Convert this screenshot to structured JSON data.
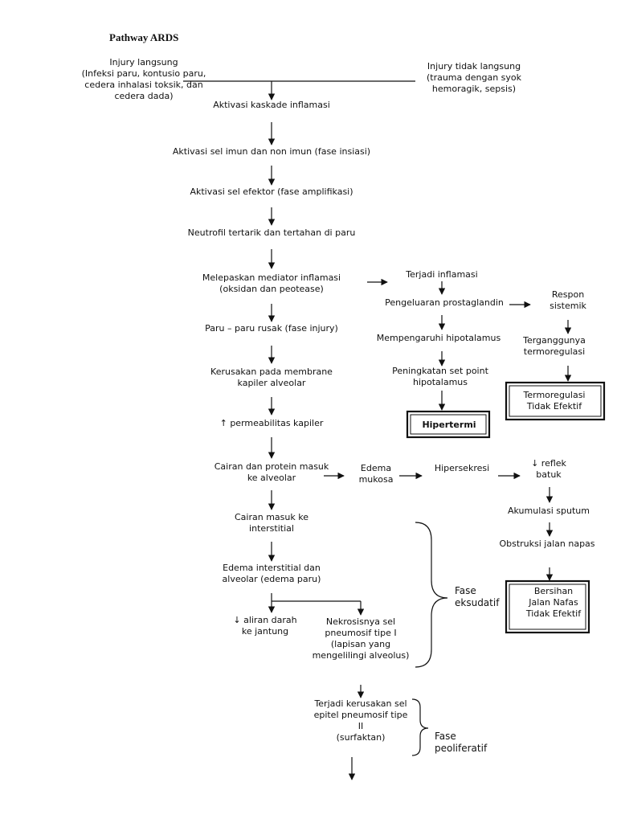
{
  "title": "Pathway ARDS",
  "nodes": {
    "injury_direct": [
      "Injury langsung",
      "(Infeksi paru, kontusio paru,",
      "cedera inhalasi toksik, dan",
      "cedera dada)"
    ],
    "injury_indirect": [
      "Injury tidak langsung",
      "(trauma dengan syok",
      "hemoragik, sepsis)"
    ],
    "cascade": [
      "Aktivasi kaskade inflamasi"
    ],
    "immune": [
      "Aktivasi sel imun dan non imun (fase insiasi)"
    ],
    "effector": [
      "Aktivasi sel efektor (fase amplifikasi)"
    ],
    "neutrophil": [
      "Neutrofil tertarik dan tertahan di paru"
    ],
    "mediator": [
      "Melepaskan mediator inflamasi",
      "(oksidan dan peotease)"
    ],
    "lung_damage": [
      "Paru – paru rusak (fase injury)"
    ],
    "membrane": [
      "Kerusakan pada membrane",
      "kapiler alveolar"
    ],
    "permeability": [
      "↑ permeabilitas kapiler"
    ],
    "fluid_protein": [
      "Cairan dan protein masuk",
      "ke alveolar"
    ],
    "fluid_interstitial": [
      "Cairan masuk ke",
      "interstitial"
    ],
    "edema_paru": [
      "Edema interstitial dan",
      "alveolar (edema paru)"
    ],
    "blood_flow": [
      "↓ aliran darah",
      "ke jantung"
    ],
    "necrosis": [
      "Nekrosisnya sel",
      "pneumosif tipe I",
      "(lapisan yang",
      "mengelilingi alveolus)"
    ],
    "type2": [
      "Terjadi kerusakan sel",
      "epitel pneumosif tipe",
      "II",
      "(surfaktan)"
    ],
    "inflammation": [
      "Terjadi inflamasi"
    ],
    "prostaglandin": [
      "Pengeluaran prostaglandin"
    ],
    "hypothalamus": [
      "Mempengaruhi hipotalamus"
    ],
    "setpoint": [
      "Peningkatan set point",
      "hipotalamus"
    ],
    "hipertermi": [
      "Hipertermi"
    ],
    "systemic": [
      "Respon",
      "sistemik"
    ],
    "thermo_disturbed": [
      "Terganggunya",
      "termoregulasi"
    ],
    "thermo_ineffective": [
      "Termoregulasi",
      "Tidak Efektif"
    ],
    "edema_mucosa": [
      "Edema",
      "mukosa"
    ],
    "hypersecretion": [
      "Hipersekresi"
    ],
    "cough_reflex": [
      "↓ reflek",
      "batuk"
    ],
    "sputum": [
      "Akumulasi sputum"
    ],
    "obstruction": [
      "Obstruksi jalan napas"
    ],
    "airway": [
      "Bersihan",
      "Jalan Nafas",
      "Tidak Efektif"
    ]
  },
  "phases": {
    "exudative": [
      "Fase",
      "eksudatif"
    ],
    "proliferative": [
      "Fase",
      "peoliferatif"
    ]
  }
}
